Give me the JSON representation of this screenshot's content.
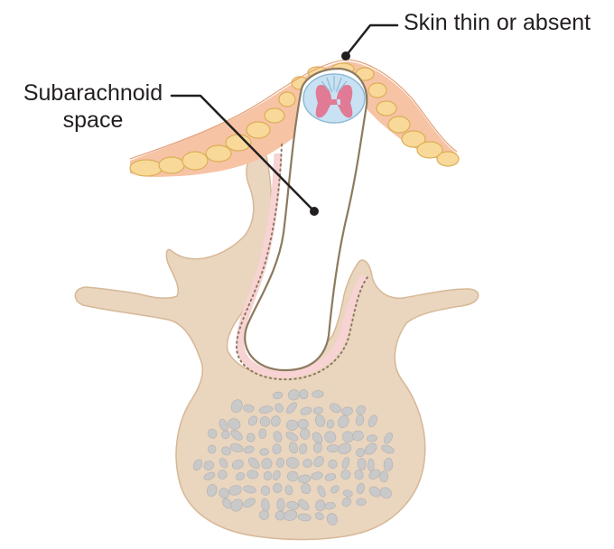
{
  "labels": {
    "skin": "Skin thin or absent",
    "subarachnoid_line1": "Subarachnoid",
    "subarachnoid_line2": "space"
  },
  "colors": {
    "bone": "#ead5bf",
    "bone_outline": "#d6b896",
    "cancellous": "#c9c9c9",
    "fat": "#f8d99a",
    "fat_outline": "#dcae55",
    "skin": "#f7c3a5",
    "dura": "#8c7a5e",
    "csf_pink": "#f7d3d3",
    "cord": "#c8e2f3",
    "cord_outline": "#8fbad6",
    "grey_matter": "#e07a95",
    "leader": "#231f20"
  }
}
